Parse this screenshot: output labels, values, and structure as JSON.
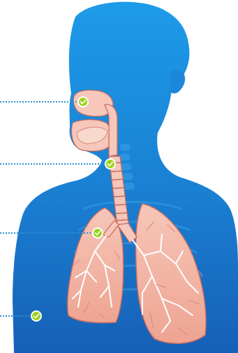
{
  "diagram": {
    "type": "anatomy-respiratory-system",
    "colors": {
      "background": "#ffffff",
      "silhouette_light": "#1e9ae8",
      "silhouette_dark": "#1560b8",
      "lung_fill": "#f3b3a4",
      "lung_stroke": "#cf6e5f",
      "airway_fill": "#f6c7ba",
      "airway_stroke": "#c96a5c",
      "bronchi": "#ffffff",
      "marker": "#9bd21c",
      "marker_ring": "#ffffff",
      "leader_line": "#2f8fd6"
    },
    "markers": [
      {
        "id": "nasal-cavity",
        "icon": "check-icon"
      },
      {
        "id": "larynx",
        "icon": "check-icon"
      },
      {
        "id": "bronchus",
        "icon": "check-icon"
      },
      {
        "id": "diaphragm",
        "icon": "check-icon"
      }
    ]
  }
}
